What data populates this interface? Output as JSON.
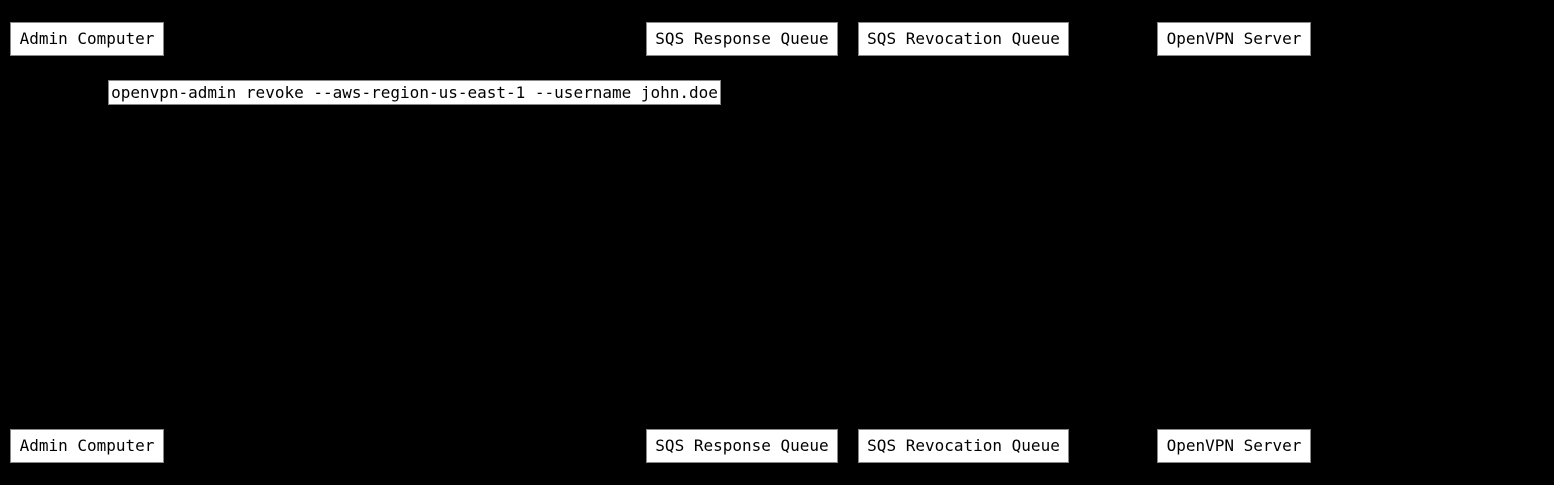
{
  "diagram": {
    "type": "sequence-diagram",
    "background_color": "#000000",
    "box_style": {
      "fill_color": "#ffffff",
      "text_color": "#000000",
      "border_color": "#888888"
    },
    "actors": [
      {
        "label": "Admin Computer"
      },
      {
        "label": "SQS Response Queue"
      },
      {
        "label": "SQS Revocation Queue"
      },
      {
        "label": "OpenVPN Server"
      }
    ],
    "messages": [
      {
        "label": "openvpn-admin revoke --aws-region-us-east-1 --username john.doe"
      }
    ]
  }
}
